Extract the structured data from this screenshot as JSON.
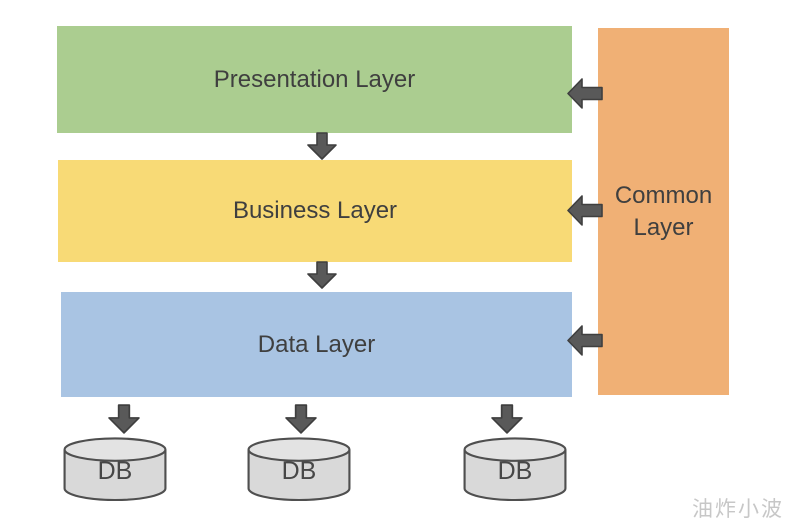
{
  "diagram": {
    "layers": [
      {
        "label": "Presentation Layer",
        "color": "#abcd90"
      },
      {
        "label": "Business Layer",
        "color": "#f8da76"
      },
      {
        "label": "Data Layer",
        "color": "#a9c4e3"
      }
    ],
    "common_layer": {
      "label": "Common Layer",
      "color": "#f0b075"
    },
    "databases": [
      {
        "label": "DB"
      },
      {
        "label": "DB"
      },
      {
        "label": "DB"
      }
    ],
    "colors": {
      "arrow_fill": "#595959",
      "arrow_stroke": "#3f3f3f",
      "db_fill": "#d9d9d9",
      "db_top_fill": "#e3e3e3",
      "db_stroke": "#4f4f4f",
      "label_text": "#3f3f3f",
      "watermark_text": "#c7c7c7"
    },
    "watermark": "油炸小波"
  }
}
